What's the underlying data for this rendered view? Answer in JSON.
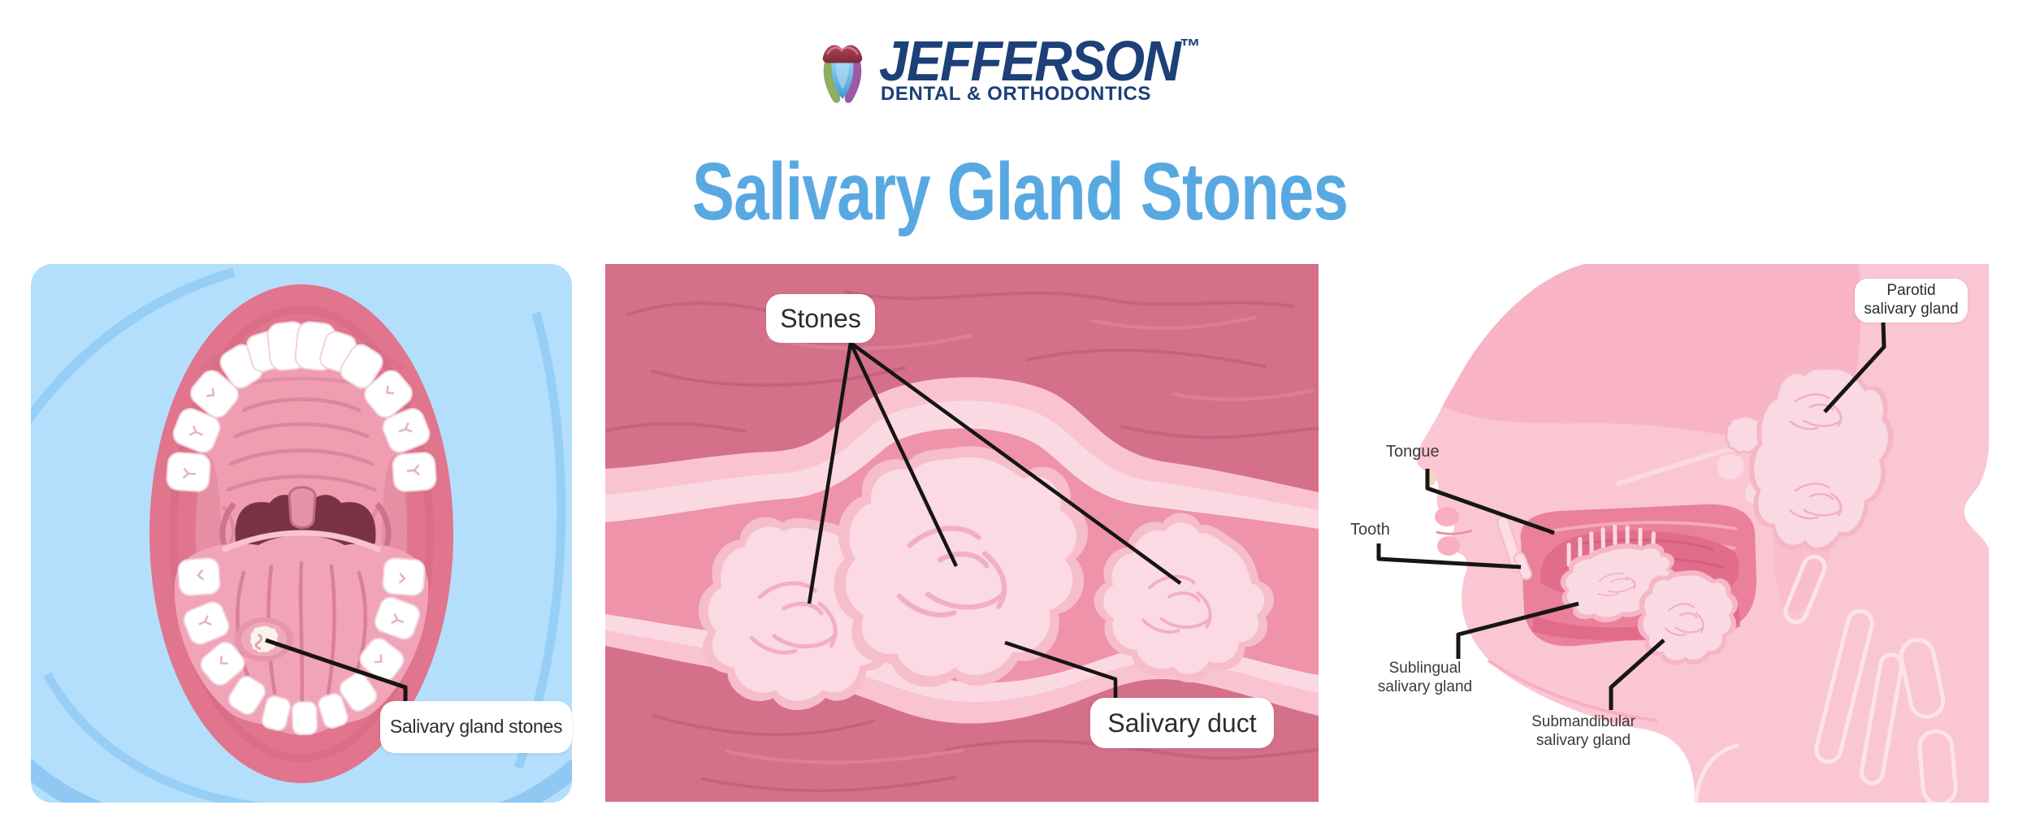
{
  "header": {
    "brand": "JEFFERSON",
    "trademark": "™",
    "tagline": "DENTAL & ORTHODONTICS"
  },
  "title": "Salivary Gland Stones",
  "panels": {
    "mouth_view": {
      "callout": "Salivary gland stones"
    },
    "duct_view": {
      "stones_callout": "Stones",
      "duct_callout": "Salivary duct"
    },
    "head_view": {
      "parotid": {
        "line1": "Parotid",
        "line2": "salivary gland"
      },
      "tongue": "Tongue",
      "tooth": "Tooth",
      "sublingual": {
        "line1": "Sublingual",
        "line2": "salivary gland"
      },
      "submandibular": {
        "line1": "Submandibular",
        "line2": "salivary gland"
      }
    }
  },
  "colors": {
    "title_blue": "#58A9E2",
    "brand_navy": "#1C4077",
    "panel_mouth_bg": "#B3DFFC",
    "panel_duct_bg": "#D5708A",
    "head_pink": "#FBC6D3"
  }
}
